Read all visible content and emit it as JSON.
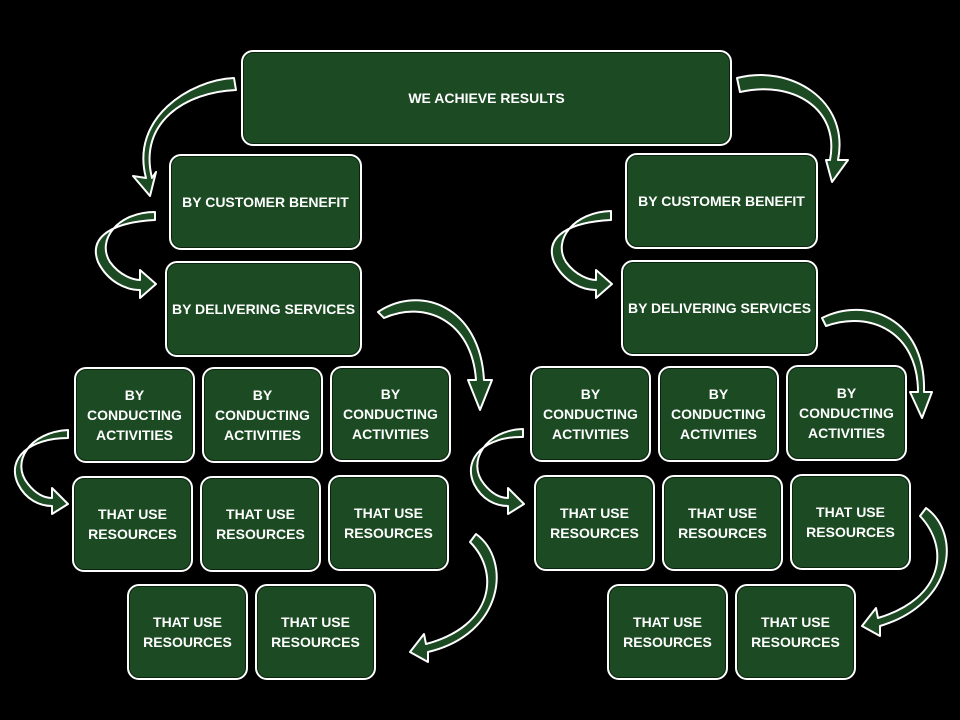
{
  "diagram": {
    "top": {
      "label": "WE ACHIEVE RESULTS"
    },
    "left": {
      "customer_benefit": "BY CUSTOMER BENEFIT",
      "delivering_services": "BY DELIVERING SERVICES",
      "activities": [
        "BY\nCONDUCTING\nACTIVITIES",
        "BY\nCONDUCTING\nACTIVITIES",
        "BY\nCONDUCTING\nACTIVITIES"
      ],
      "resources_row1": [
        "THAT USE\nRESOURCES",
        "THAT USE\nRESOURCES",
        "THAT USE\nRESOURCES"
      ],
      "resources_row2": [
        "THAT USE\nRESOURCES",
        "THAT USE\nRESOURCES"
      ]
    },
    "right": {
      "customer_benefit": "BY CUSTOMER BENEFIT",
      "delivering_services": "BY DELIVERING SERVICES",
      "activities": [
        "BY\nCONDUCTING\nACTIVITIES",
        "BY\nCONDUCTING\nACTIVITIES",
        "BY\nCONDUCTING\nACTIVITIES"
      ],
      "resources_row1": [
        "THAT USE\nRESOURCES",
        "THAT USE\nRESOURCES",
        "THAT USE\nRESOURCES"
      ],
      "resources_row2": [
        "THAT USE\nRESOURCES",
        "THAT USE\nRESOURCES"
      ]
    }
  },
  "colors": {
    "background": "#000000",
    "box_fill": "#1b4a23",
    "box_border": "#ffffff",
    "text": "#ffffff"
  }
}
